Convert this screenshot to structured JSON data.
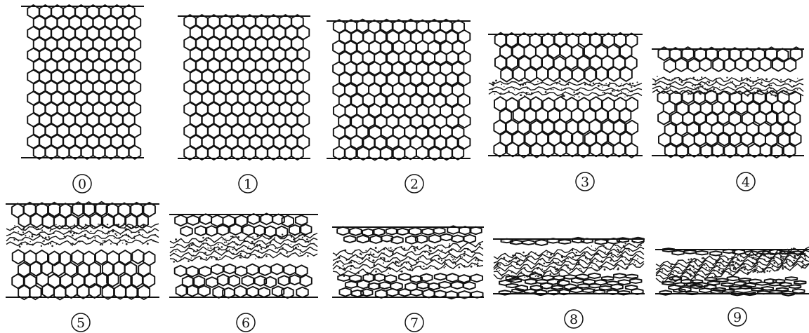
{
  "panels": [
    {
      "label": "0",
      "crush_stage": 0
    },
    {
      "label": "1",
      "crush_stage": 1
    },
    {
      "label": "2",
      "crush_stage": 2
    },
    {
      "label": "3",
      "crush_stage": 3
    },
    {
      "label": "4",
      "crush_stage": 4
    },
    {
      "label": "5",
      "crush_stage": 5
    },
    {
      "label": "6",
      "crush_stage": 6
    },
    {
      "label": "7",
      "crush_stage": 7
    },
    {
      "label": "8",
      "crush_stage": 8
    },
    {
      "label": "9",
      "crush_stage": 9
    }
  ]
}
